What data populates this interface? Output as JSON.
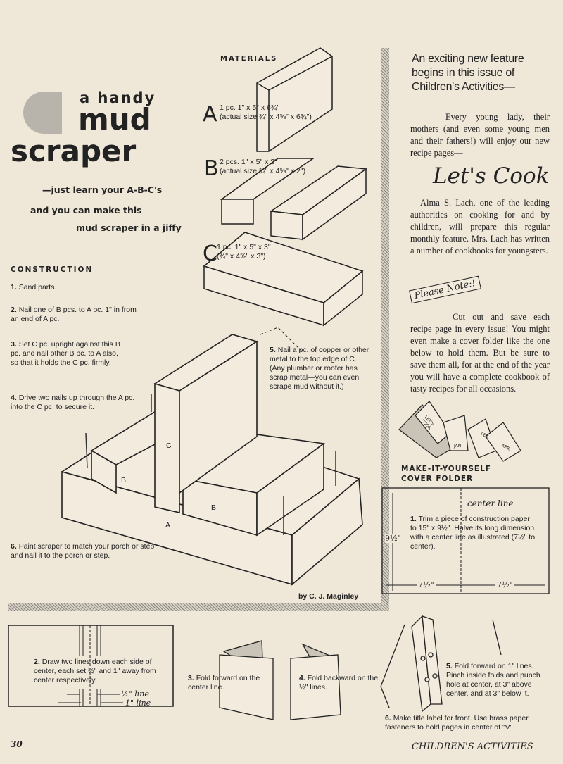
{
  "materials": {
    "heading": "MATERIALS",
    "a": {
      "letter": "A",
      "line1": "1 pc. 1\" x 5\" x 6¾\"",
      "line2": "(actual size ¾\" x 4⅝\" x 6¾\")"
    },
    "b": {
      "letter": "B",
      "line1": "2 pcs. 1\" x 5\" x 2\"",
      "line2": "(actual size ¾\" x 4⅝\" x 2\")"
    },
    "c": {
      "letter": "C",
      "line1": "1 pc. 1\" x 5\" x 3\"",
      "line2": "(¾\" x 4⅝\" x 3\")"
    }
  },
  "title": {
    "line1": "a handy",
    "line2": "mud",
    "line3": "scraper"
  },
  "subtitle": {
    "line1": "—just learn your A-B-C's",
    "line2": "and you can make this",
    "line3": "mud scraper in a jiffy"
  },
  "construction": {
    "heading": "CONSTRUCTION",
    "steps": [
      {
        "num": "1.",
        "text": "Sand parts."
      },
      {
        "num": "2.",
        "text": "Nail one of B pcs. to A pc. 1\" in from an end of A pc."
      },
      {
        "num": "3.",
        "text": "Set C pc. upright against this B pc. and nail other B pc. to A also, so that it holds the C pc. firmly."
      },
      {
        "num": "4.",
        "text": "Drive two nails up through the A pc. into the C pc. to secure it."
      },
      {
        "num": "5.",
        "text": "Nail a pc. of copper or other metal to the top edge of C.",
        "note": "(Any plumber or roofer has scrap metal—you can even scrape mud without it.)"
      },
      {
        "num": "6.",
        "text": "Paint scraper to match your porch or step and nail it to the porch or step."
      }
    ]
  },
  "diagram_labels": {
    "a": "A",
    "b1": "B",
    "b2": "B",
    "c": "C"
  },
  "credit": "by C. J. Maginley",
  "sidebar": {
    "heading": "An exciting new feature begins in this issue of Children's Activities—",
    "intro": "Every young lady, their mothers (and even some young men and their fathers!) will enjoy our new recipe pages—",
    "feature_title": "Let's Cook",
    "para2": "Alma S. Lach, one of the leading authorities on cooking for and by children, will prepare this regular monthly feature. Mrs. Lach has written a number of cookbooks for youngsters.",
    "stamp": "Please Note:!",
    "para3": "Cut out and save each recipe page in every issue! You might even make a cover folder like the one below to hold them. But be sure to save them all, for at the end of the year you will have a complete cookbook of tasty recipes for all occasions.",
    "folder_labels": {
      "cover": "LET'S COOK",
      "jan": "JAN",
      "feb": "FEB",
      "apr": "APR."
    },
    "folder_heading": "MAKE-IT-YOURSELF COVER FOLDER"
  },
  "folder_steps": {
    "s1": {
      "center": "center line",
      "num": "1.",
      "text": "Trim a piece of construction paper to 15\" x 9½\". Halve its long dimension with a center line as illustrated (7½\" to center).",
      "height": "9½\"",
      "half_left": "7½\"",
      "half_right": "7½\""
    },
    "s2": {
      "num": "2.",
      "text": "Draw two lines down each side of center, each set ½\" and 1\" away from center respectively.",
      "half_line": "½\" line",
      "one_line": "1\" line"
    },
    "s3": {
      "num": "3.",
      "text": "Fold forward on the center line."
    },
    "s4": {
      "num": "4.",
      "text": "Fold backward on the ½\" lines."
    },
    "s5": {
      "num": "5.",
      "text": "Fold forward on 1\" lines. Pinch inside folds and punch hole at center, at 3\" above center, and at 3\" below it."
    },
    "s6": {
      "num": "6.",
      "text": "Make title label for front. Use brass paper fasteners to hold pages in center of \"V\"."
    }
  },
  "footer": {
    "page": "30",
    "magazine": "CHILDREN'S ACTIVITIES"
  }
}
